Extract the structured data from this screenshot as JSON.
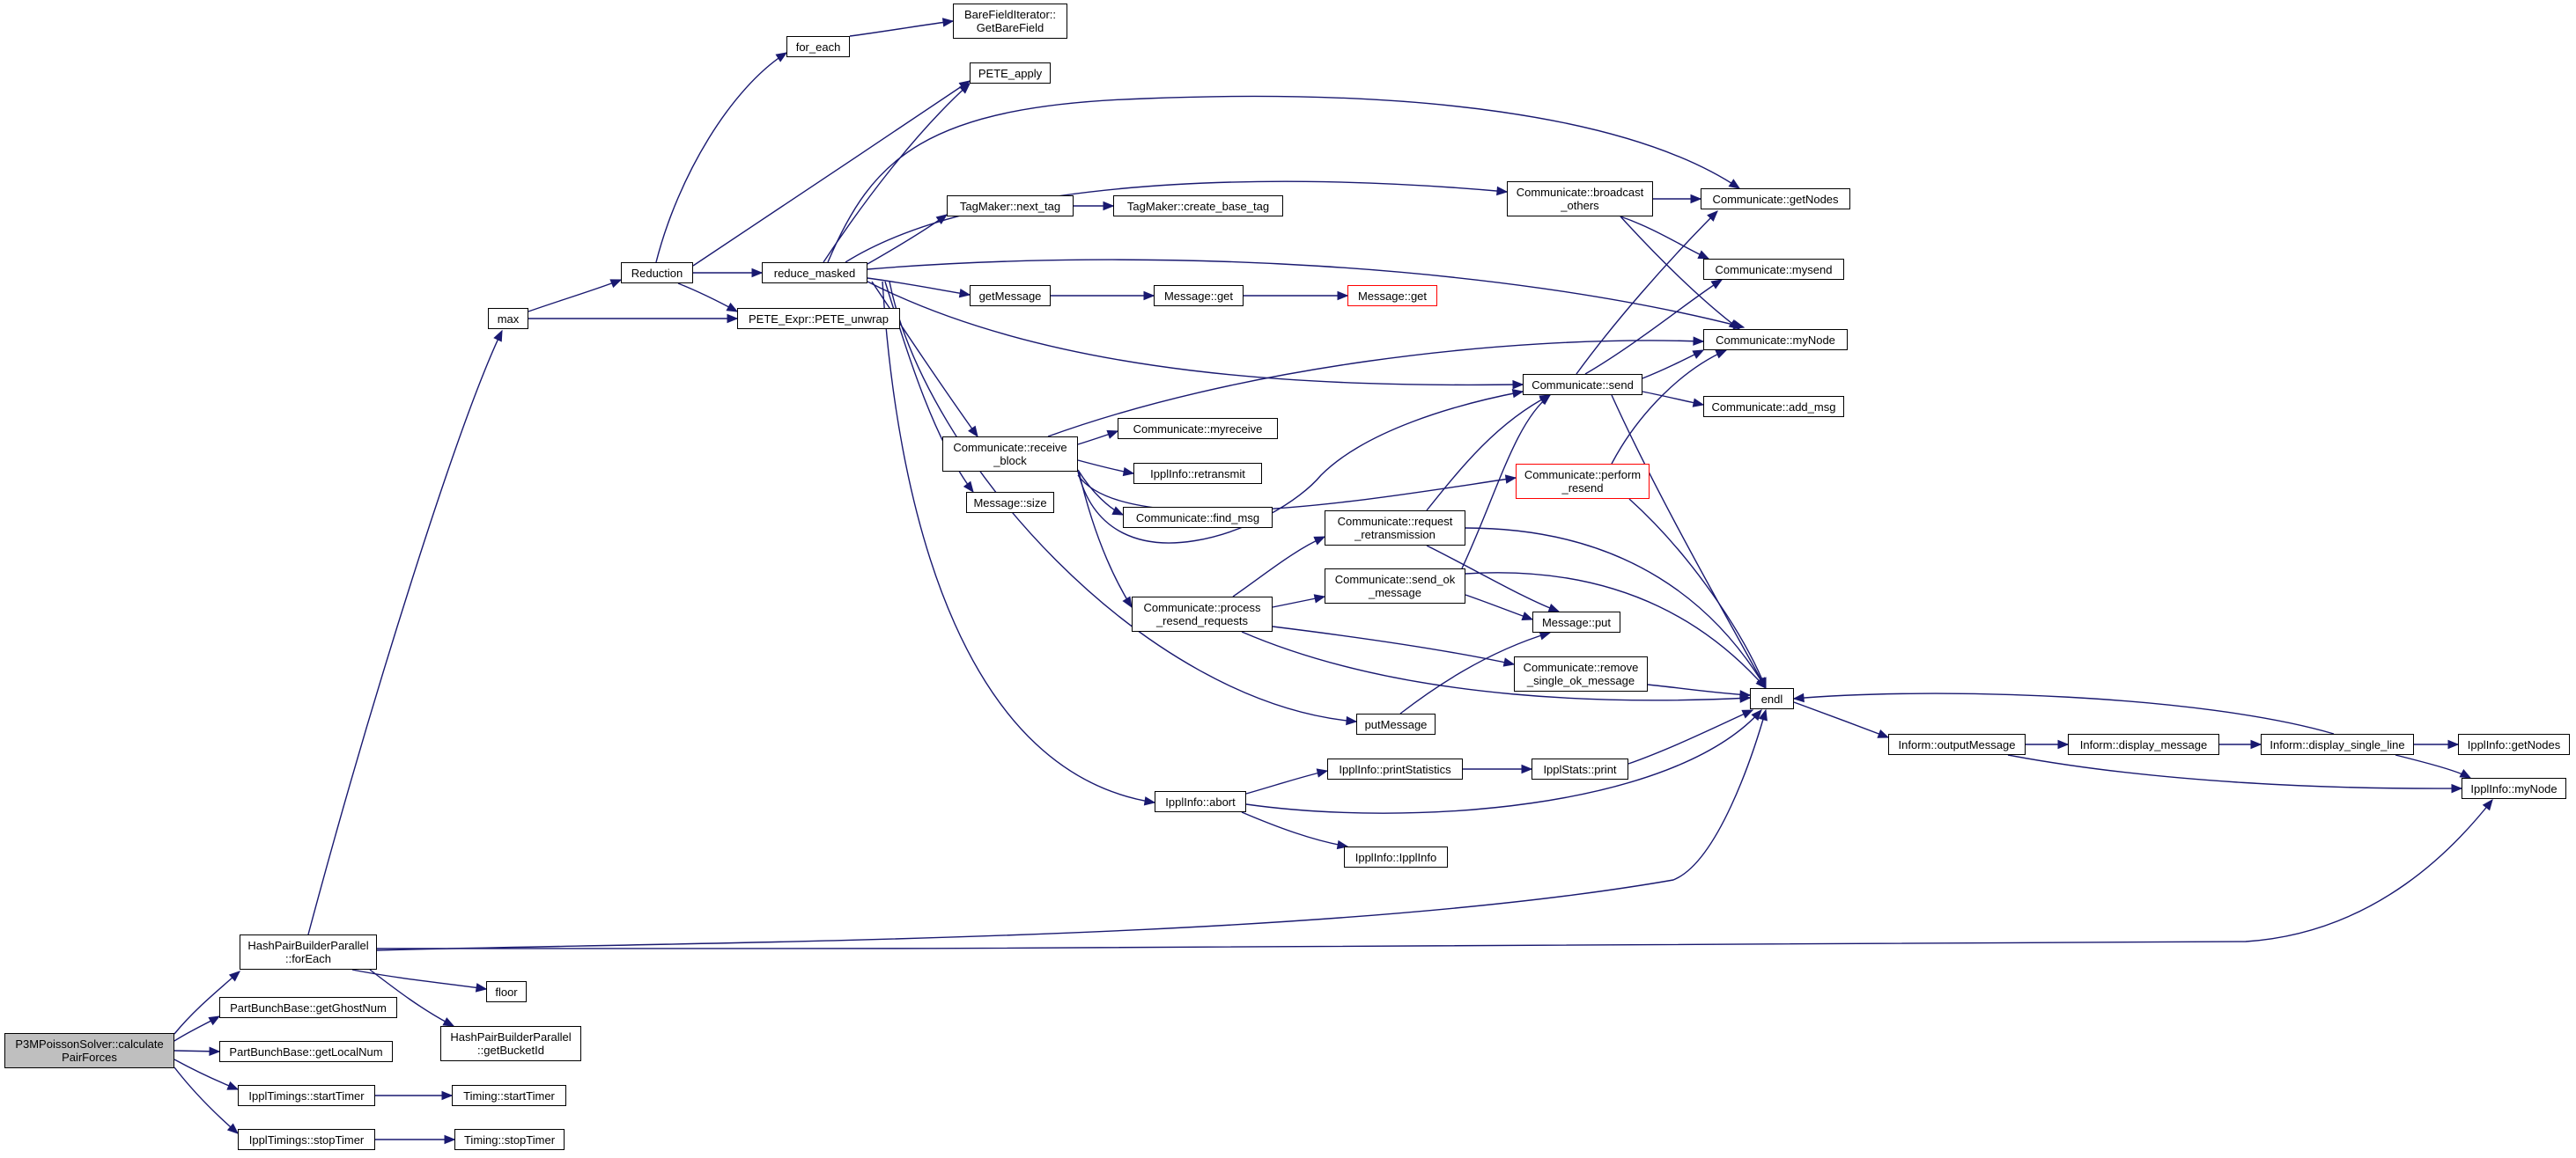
{
  "colors": {
    "edge": "#191970",
    "border": "#000000",
    "highlight_border": "#ff0000",
    "root_fill": "#bfbfbf"
  },
  "nodes": {
    "root": "P3MPoissonSolver::calculate\nPairForces",
    "hash_foreach": "HashPairBuilderParallel\n::forEach",
    "getghostnum": "PartBunchBase::getGhostNum",
    "getlocalnum": "PartBunchBase::getLocalNum",
    "ippl_starttimer": "IpplTimings::startTimer",
    "ippl_stoptimer": "IpplTimings::stopTimer",
    "max": "max",
    "floor": "floor",
    "getbucketid": "HashPairBuilderParallel\n::getBucketId",
    "timing_starttimer": "Timing::startTimer",
    "timing_stoptimer": "Timing::stopTimer",
    "reduction": "Reduction",
    "for_each": "for_each",
    "pete_unwrap": "PETE_Expr::PETE_unwrap",
    "reduce_masked": "reduce_masked",
    "barefield": "BareFieldIterator::\nGetBareField",
    "pete_apply": "PETE_apply",
    "next_tag": "TagMaker::next_tag",
    "create_base_tag": "TagMaker::create_base_tag",
    "getmessage": "getMessage",
    "message_get": "Message::get",
    "message_get2": "Message::get",
    "receive_block": "Communicate::receive\n_block",
    "message_size": "Message::size",
    "myreceive": "Communicate::myreceive",
    "retransmit": "IpplInfo::retransmit",
    "find_msg": "Communicate::find_msg",
    "process_resend": "Communicate::process\n_resend_requests",
    "broadcast_others": "Communicate::broadcast\n_others",
    "getnodes": "Communicate::getNodes",
    "mysend": "Communicate::mysend",
    "mynode": "Communicate::myNode",
    "send": "Communicate::send",
    "add_msg": "Communicate::add_msg",
    "perform_resend": "Communicate::perform\n_resend",
    "request_retrans": "Communicate::request\n_retransmission",
    "send_ok": "Communicate::send_ok\n_message",
    "message_put": "Message::put",
    "remove_single": "Communicate::remove\n_single_ok_message",
    "endl": "endl",
    "putmessage": "putMessage",
    "abort": "IpplInfo::abort",
    "printstatistics": "IpplInfo::printStatistics",
    "ipplstats_print": "IpplStats::print",
    "ipplinfo_ctor": "IpplInfo::IpplInfo",
    "outputmessage": "Inform::outputMessage",
    "display_message": "Inform::display_message",
    "display_single_line": "Inform::display_single_line",
    "ipplinfo_getnodes": "IpplInfo::getNodes",
    "ipplinfo_mynode": "IpplInfo::myNode"
  }
}
